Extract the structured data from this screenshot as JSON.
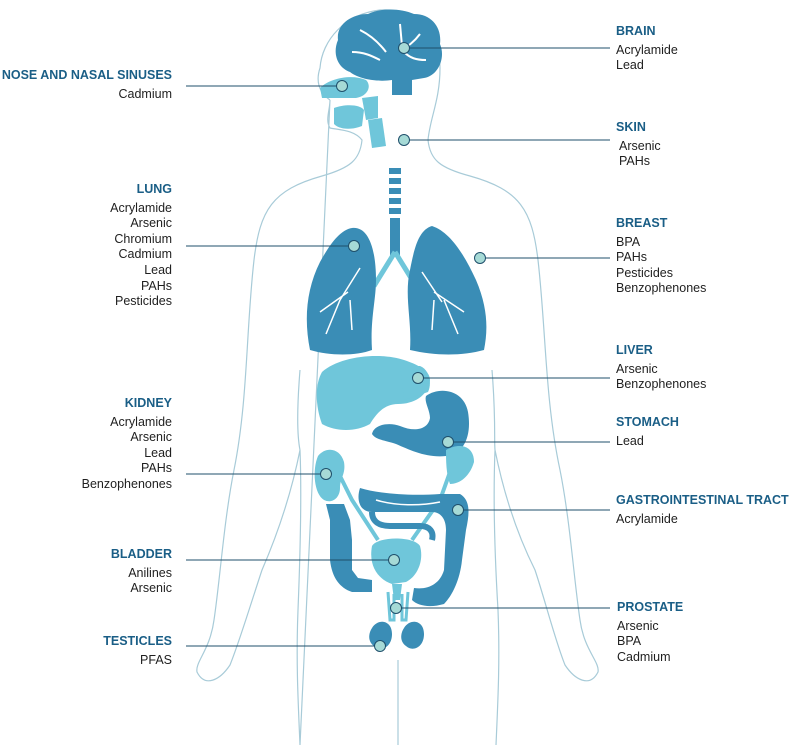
{
  "colors": {
    "dark_organ": "#3a8db6",
    "light_organ": "#6fc6da",
    "title": "#1a5e86",
    "leader_line": "#1f4f6b",
    "marker_fill": "#a6dad6",
    "outline": "#a8cbd8"
  },
  "organs": {
    "brain": {
      "title": "BRAIN",
      "chemicals": [
        "Acrylamide",
        "Lead"
      ]
    },
    "nose": {
      "title": "NOSE AND NASAL SINUSES",
      "chemicals": [
        "Cadmium"
      ]
    },
    "skin": {
      "title": "SKIN",
      "chemicals": [
        "Arsenic",
        "PAHs"
      ]
    },
    "lung": {
      "title": "LUNG",
      "chemicals": [
        "Acrylamide",
        "Arsenic",
        "Chromium",
        "Cadmium",
        "Lead",
        "PAHs",
        "Pesticides"
      ]
    },
    "breast": {
      "title": "BREAST",
      "chemicals": [
        "BPA",
        "PAHs",
        "Pesticides",
        "Benzophenones"
      ]
    },
    "liver": {
      "title": "LIVER",
      "chemicals": [
        "Arsenic",
        "Benzophenones"
      ]
    },
    "kidney": {
      "title": "KIDNEY",
      "chemicals": [
        "Acrylamide",
        "Arsenic",
        "Lead",
        "PAHs",
        "Benzophenones"
      ]
    },
    "stomach": {
      "title": "STOMACH",
      "chemicals": [
        "Lead"
      ]
    },
    "gi": {
      "title": "GASTROINTESTINAL TRACT",
      "chemicals": [
        "Acrylamide"
      ]
    },
    "bladder": {
      "title": "BLADDER",
      "chemicals": [
        "Anilines",
        "Arsenic"
      ]
    },
    "prostate": {
      "title": "PROSTATE",
      "chemicals": [
        "Arsenic",
        "BPA",
        "Cadmium"
      ]
    },
    "testicles": {
      "title": "TESTICLES",
      "chemicals": [
        "PFAS"
      ]
    }
  }
}
